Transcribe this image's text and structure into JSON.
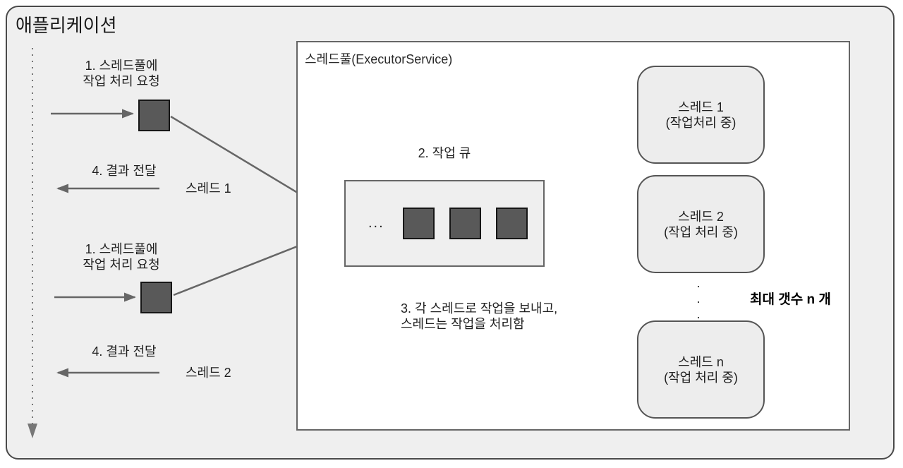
{
  "app": {
    "title": "애플리케이션",
    "request_label_1": "1. 스레드풀에\n작업 처리 요청",
    "result_label_1": "4. 결과 전달",
    "thread_label_1": "스레드 1",
    "request_label_2": "1. 스레드풀에\n작업 처리 요청",
    "result_label_2": "4. 결과 전달",
    "thread_label_2": "스레드 2"
  },
  "pool": {
    "title": "스레드풀(ExecutorService)",
    "queue_label": "2. 작업 큐",
    "queue_ellipsis": "...",
    "dispatch_label": "3. 각 스레드로 작업을 보내고,\n스레드는 작업을 처리함",
    "threads": [
      {
        "name": "스레드 1",
        "status": "(작업처리 중)"
      },
      {
        "name": "스레드 2",
        "status": "(작업 처리 중)"
      },
      {
        "name": "스레드 n",
        "status": "(작업 처리 중)"
      }
    ],
    "dots": ".\n.\n.",
    "max_label": "최대 갯수 n 개"
  },
  "colors": {
    "app_fill": "#efefef",
    "app_border": "#4a4a4a",
    "pool_fill": "#ffffff",
    "pool_border": "#666666",
    "queue_fill": "#efefef",
    "task_fill": "#595959",
    "task_border": "#161616",
    "thread_fill": "#ededed",
    "line": "#666666"
  }
}
